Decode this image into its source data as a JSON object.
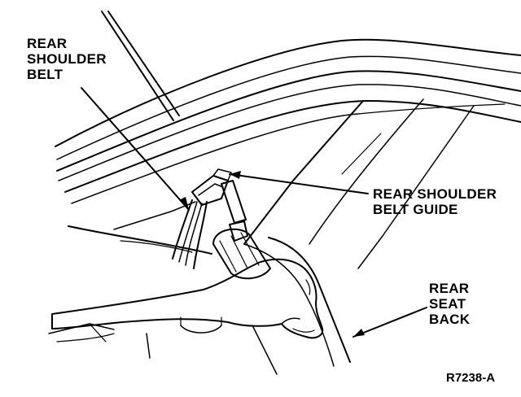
{
  "labels": {
    "rear_shoulder_belt": [
      "REAR",
      "SHOULDER",
      "BELT"
    ],
    "rear_shoulder_belt_guide": [
      "REAR SHOULDER",
      "BELT GUIDE"
    ],
    "rear_seat_back": [
      "REAR",
      "SEAT",
      "BACK"
    ]
  },
  "figure_id": "R7238-A",
  "colors": {
    "ink": "#000000",
    "paper": "#ffffff"
  }
}
